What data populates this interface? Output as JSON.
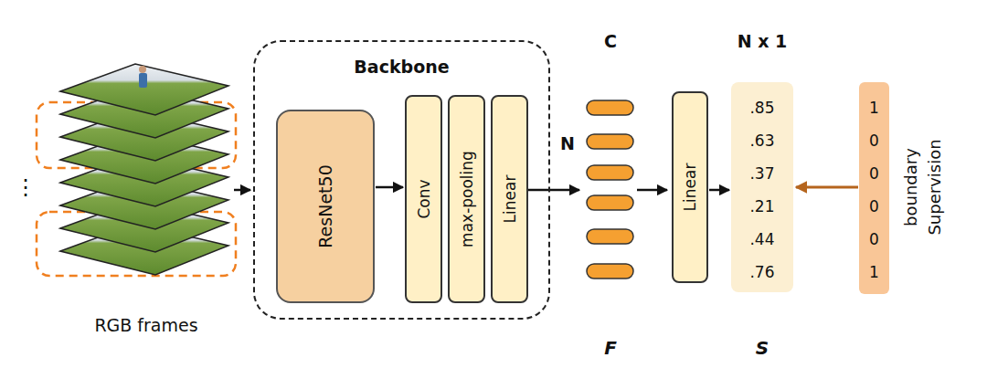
{
  "diagram": {
    "nodes": [
      {
        "text": [
          "Backbone"
        ]
      },
      {
        "text": [
          "ResNet50"
        ],
        "in": 0
      },
      {
        "text": [
          "Conv"
        ],
        "in": 0
      },
      {
        "text": [
          "max-pooling"
        ],
        "in": 0
      },
      {
        "text": [
          "Linear"
        ],
        "in": 0
      },
      {
        "text": [
          "Linear"
        ]
      },
      {
        "text": [
          ".85",
          ".63",
          ".37",
          ".21",
          ".44",
          ".76"
        ]
      },
      {
        "text": [
          "1",
          "0",
          "0",
          "0",
          "0",
          "1"
        ]
      }
    ],
    "edges": [
      {
        "from": 1,
        "to": 2,
        "arrow": "to"
      },
      {
        "from": 5,
        "to": 6,
        "arrow": "to"
      },
      {
        "from": 7,
        "to": 6,
        "arrow": "to"
      }
    ],
    "labels": [
      "⋮",
      "RGB frames",
      "C",
      "N",
      "F",
      "N x 1",
      "S",
      "boundary Supervision"
    ]
  }
}
